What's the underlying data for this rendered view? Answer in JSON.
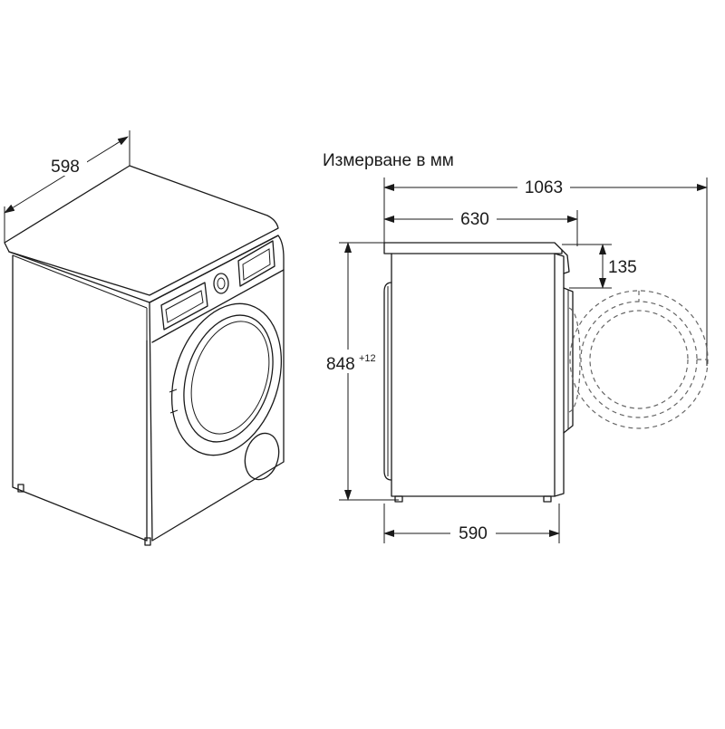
{
  "caption": "Измерване в мм",
  "dimensions": {
    "width": "598",
    "total_depth": "1063",
    "body_depth": "630",
    "door_offset": "135",
    "height": "848",
    "height_adjust": "+12",
    "foot_depth": "590"
  }
}
